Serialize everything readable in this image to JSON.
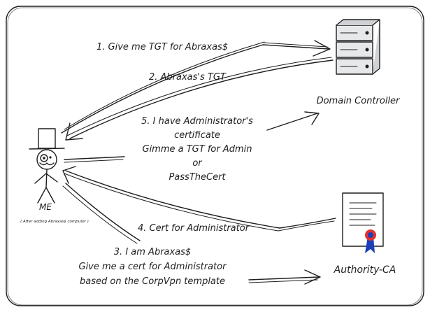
{
  "nodes": {
    "me_label": "ME",
    "me_note": "( After adding Abraxas$ computer )",
    "domain_controller": "Domain Controller",
    "authority_ca": "Authority-CA"
  },
  "messages": {
    "m1": "1. Give me TGT for Abraxas$",
    "m2": "2. Abraxas's TGT",
    "m5_line1": "5. I have Administrator's",
    "m5_line2": "certificate",
    "m5_line3": "Gimme a TGT for Admin",
    "m5_line4": "or",
    "m5_line5": "PassTheCert",
    "m4": "4. Cert for Administrator",
    "m3_line1": "3. I am Abraxas$",
    "m3_line2": "Give me a cert for Administrator",
    "m3_line3": "based on the CorpVpn template"
  },
  "colors": {
    "ink": "#1e1e1e",
    "server_fill": "#e7e8ea",
    "seal_red": "#e03131",
    "seal_blue": "#1c3fb8"
  }
}
